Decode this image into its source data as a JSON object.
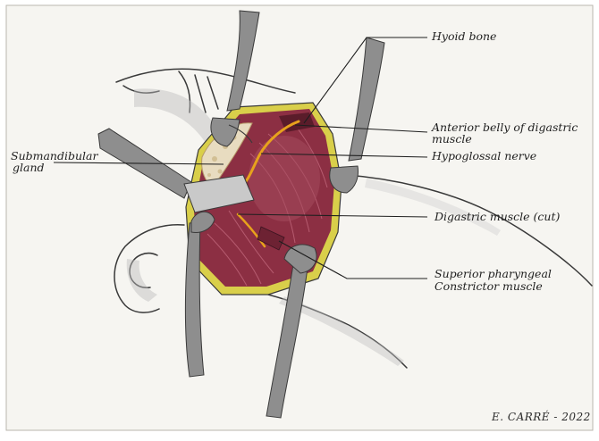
{
  "labels": {
    "hyoid_bone": "Hyoid bone",
    "anterior_belly_line1": "Anterior belly of digastric",
    "anterior_belly_line2": "muscle",
    "hypoglossal_nerve": "Hypoglossal nerve",
    "digastric_cut": "Digastric muscle (cut)",
    "superior_pharyngeal_line1": "Superior pharyngeal",
    "superior_pharyngeal_line2": "Constrictor muscle",
    "submandibular_line1": "Submandibular",
    "submandibular_line2": "gland"
  },
  "signature": "E. CARRÉ - 2022",
  "colors": {
    "paper": "#f6f5f1",
    "pencil": "#3a3a3a",
    "muscle": "#8c2f43",
    "muscle_light": "#a44a5d",
    "wound_edge": "#d9cf4a",
    "nerve": "#e7a21c",
    "gland": "#e8dcc0",
    "retractor": "#8e8e8e",
    "retractor_light": "#c9c9c9"
  }
}
